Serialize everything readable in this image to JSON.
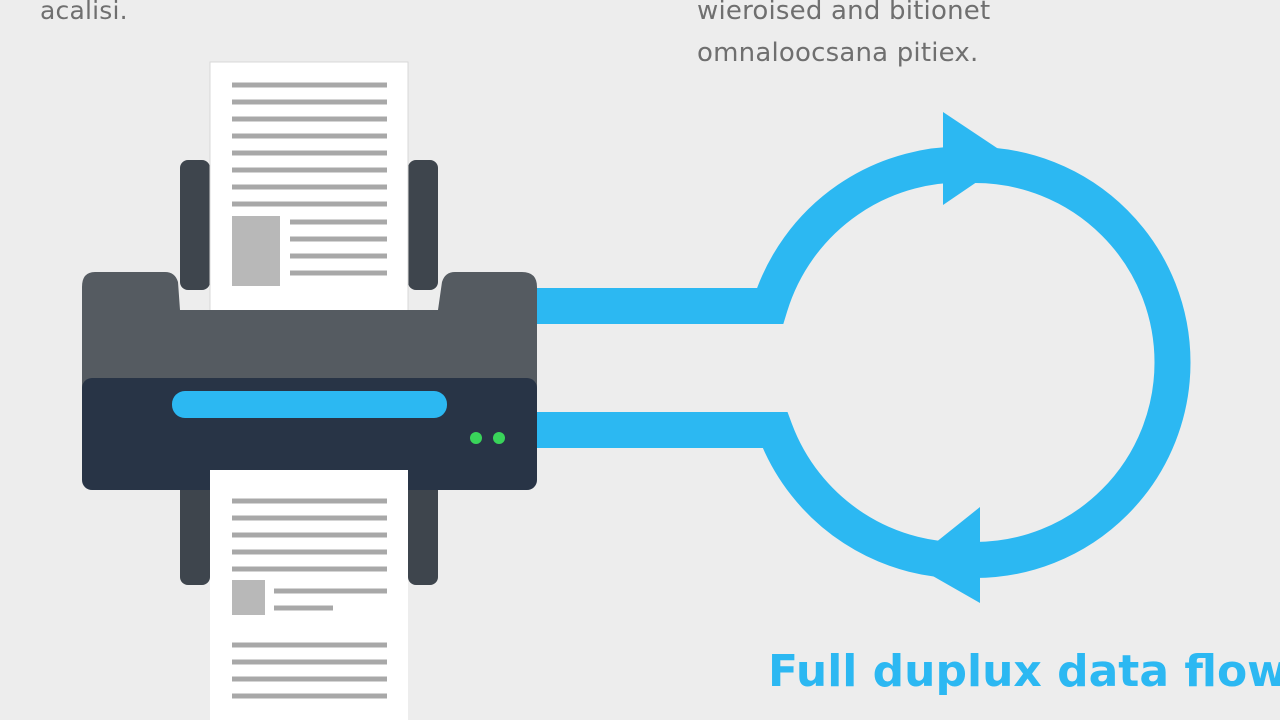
{
  "captions": {
    "top_left": "acalisi.",
    "top_right_line1": "wieroised and bitionet",
    "top_right_line2": "omnaloocsana pitiex."
  },
  "headline": "Full duplux data flow",
  "icons": {
    "printer": "printer-icon",
    "document": "document-icon",
    "loop_arrows": "loop-arrows-icon"
  },
  "colors": {
    "background": "#ededed",
    "accent": "#2cb8f2",
    "printer_body": "#555b61",
    "printer_front": "#283446",
    "indicator": "#39d45a",
    "text": "#6f6f6f"
  }
}
